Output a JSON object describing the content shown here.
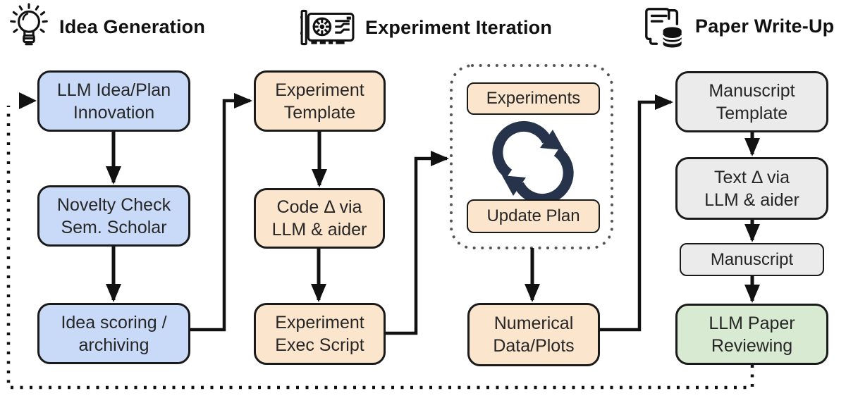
{
  "figure_title": "AI Scientist pipeline flowchart",
  "colors": {
    "blue": "#c9daf8",
    "orange": "#fce5cd",
    "gray": "#ebebeb",
    "green": "#d9ead3",
    "navy": "#26334a",
    "line": "#111111",
    "dot_gray": "#555555"
  },
  "sections": [
    {
      "title": "Idea Generation",
      "icon": "lightbulb-icon"
    },
    {
      "title": "Experiment Iteration",
      "icon": "gpu-icon"
    },
    {
      "title": "Paper Write-Up",
      "icon": "paper-database-icon"
    }
  ],
  "boxes": {
    "llm_idea": "LLM Idea/Plan\nInnovation",
    "novelty": "Novelty Check\nSem. Scholar",
    "scoring": "Idea scoring /\narchiving",
    "exp_template": "Experiment\nTemplate",
    "code_delta": "Code Δ via\nLLM & aider",
    "exec_script": "Experiment\nExec Script",
    "experiments": "Experiments",
    "update_plan": "Update Plan",
    "numerical": "Numerical\nData/Plots",
    "manu_template": "Manuscript\nTemplate",
    "text_delta": "Text Δ via\nLLM & aider",
    "manuscript": "Manuscript",
    "reviewing": "LLM Paper\nReviewing"
  }
}
